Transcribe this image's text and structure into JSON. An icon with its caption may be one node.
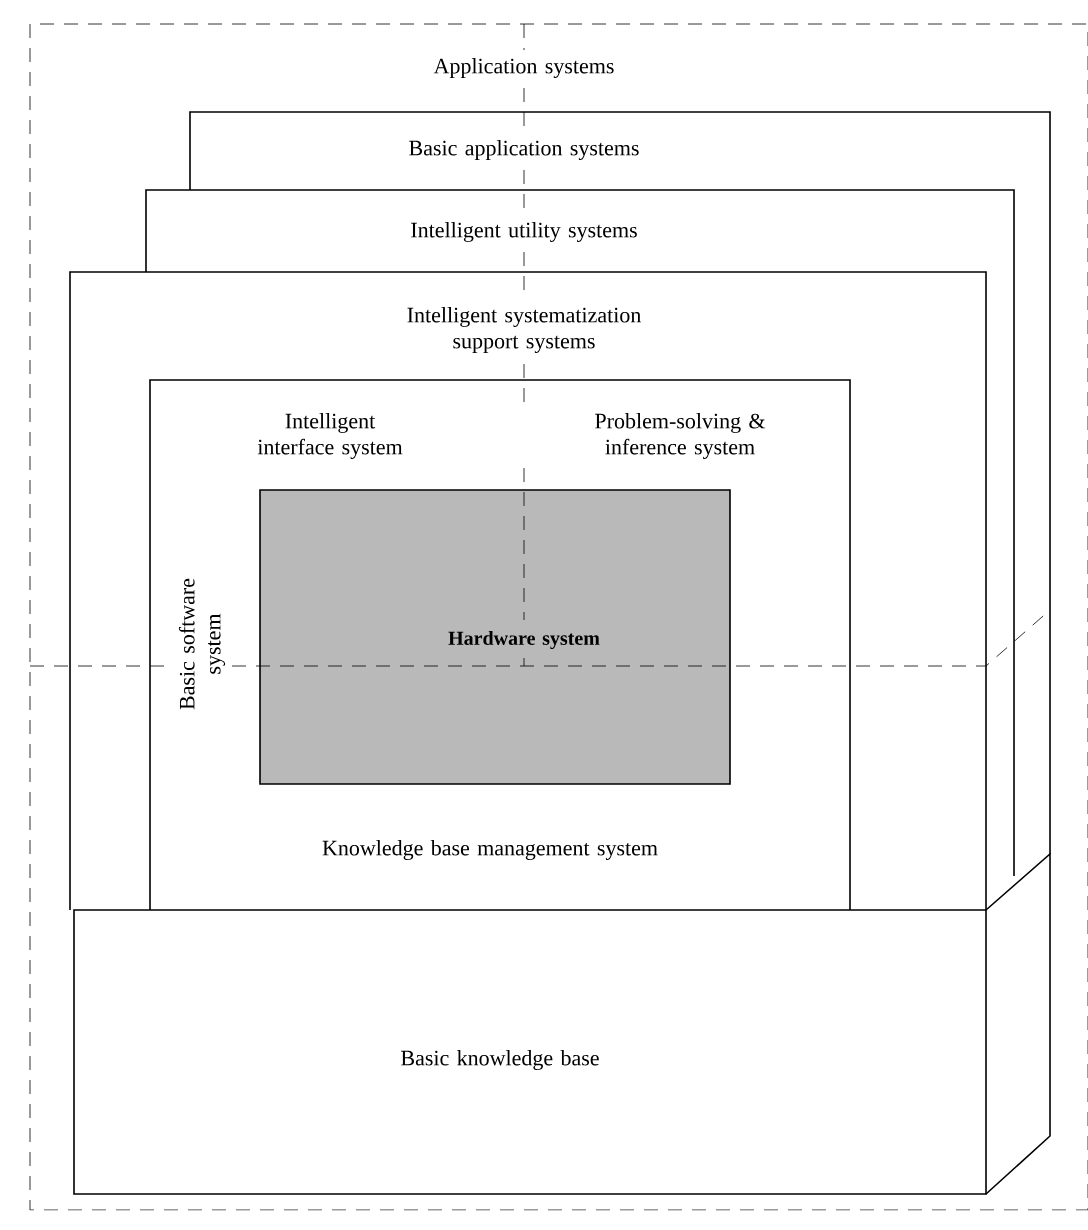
{
  "diagram": {
    "nodes": [
      {
        "text": [
          "Application systems"
        ]
      },
      {
        "text": [
          "Basic application systems"
        ],
        "in": 0
      },
      {
        "text": [
          "Intelligent utility systems"
        ],
        "in": 0
      },
      {
        "text": [
          "Intelligent systematization support systems"
        ],
        "in": 0
      },
      {
        "text": [
          "Basic software system",
          "Intelligent interface system",
          "Problem-solving & inference system",
          "Knowledge base management system"
        ],
        "in": 3
      },
      {
        "text": [
          "Hardware system"
        ],
        "in": 4
      },
      {
        "text": [
          "Basic knowledge base"
        ],
        "in": 0
      }
    ]
  }
}
